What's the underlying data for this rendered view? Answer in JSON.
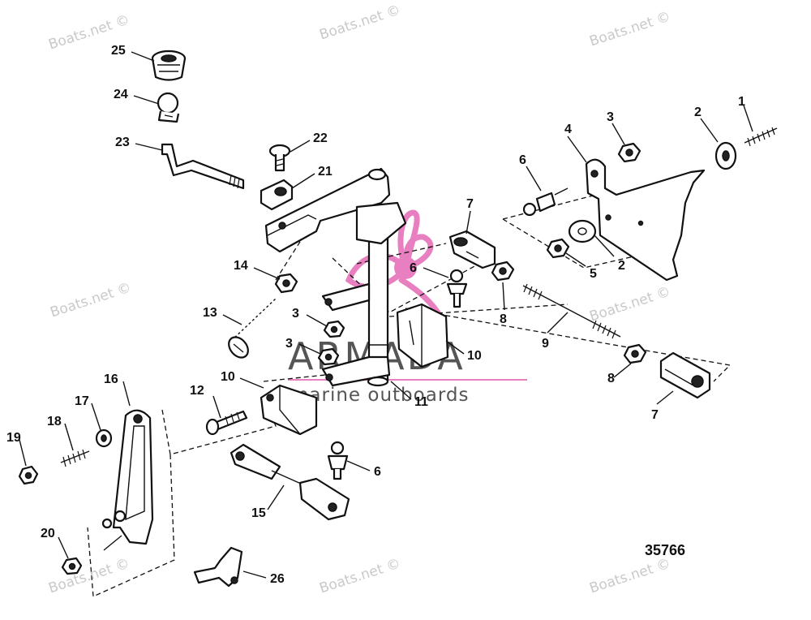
{
  "watermark": {
    "text": "Boats.net ©"
  },
  "logo": {
    "brand": "ARMADA",
    "tagline": "marine outboards",
    "accent_color": "#e87fc0"
  },
  "diagram": {
    "figure_number": "35766",
    "callouts": {
      "c1": "1",
      "c2a": "2",
      "c2b": "2",
      "c3a": "3",
      "c3b": "3",
      "c3c": "3",
      "c4": "4",
      "c5": "5",
      "c6a": "6",
      "c6b": "6",
      "c6c": "6",
      "c7a": "7",
      "c7b": "7",
      "c8a": "8",
      "c8b": "8",
      "c9": "9",
      "c10a": "10",
      "c10b": "10",
      "c11": "11",
      "c12": "12",
      "c13": "13",
      "c14": "14",
      "c15": "15",
      "c16": "16",
      "c17": "17",
      "c18": "18",
      "c19": "19",
      "c20": "20",
      "c21": "21",
      "c22": "22",
      "c23": "23",
      "c24": "24",
      "c25": "25",
      "c26": "26"
    }
  }
}
